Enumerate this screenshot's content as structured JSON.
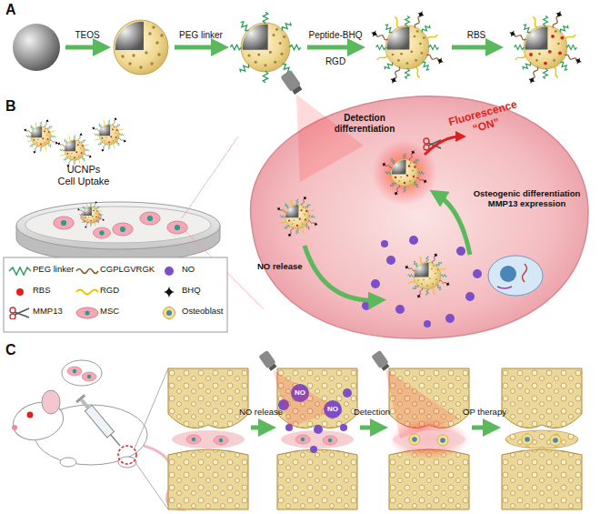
{
  "diagram": {
    "nodes": [
      {
        "text": [
          "Detection differentiation",
          "Fluorescence “ON”",
          "Osteogenic differentiation MMP13 expression",
          "NO release"
        ]
      }
    ],
    "labels": [
      "A",
      "TEOS",
      "PEG linker",
      "Peptide-BHQ",
      "RGD",
      "RBS",
      "B",
      "UCNPs Cell Uptake",
      "C",
      "NO release",
      "NO",
      "NO",
      "Detection",
      "OP therapy"
    ],
    "legend": [
      {
        "text": "PEG linker"
      },
      {
        "text": "CGPLGVRGK"
      },
      {
        "text": "NO"
      },
      {
        "text": "RBS"
      },
      {
        "text": "RGD"
      },
      {
        "text": "BHQ"
      },
      {
        "text": "MMP13"
      },
      {
        "text": "MSC"
      },
      {
        "text": "Osteoblast"
      }
    ]
  }
}
